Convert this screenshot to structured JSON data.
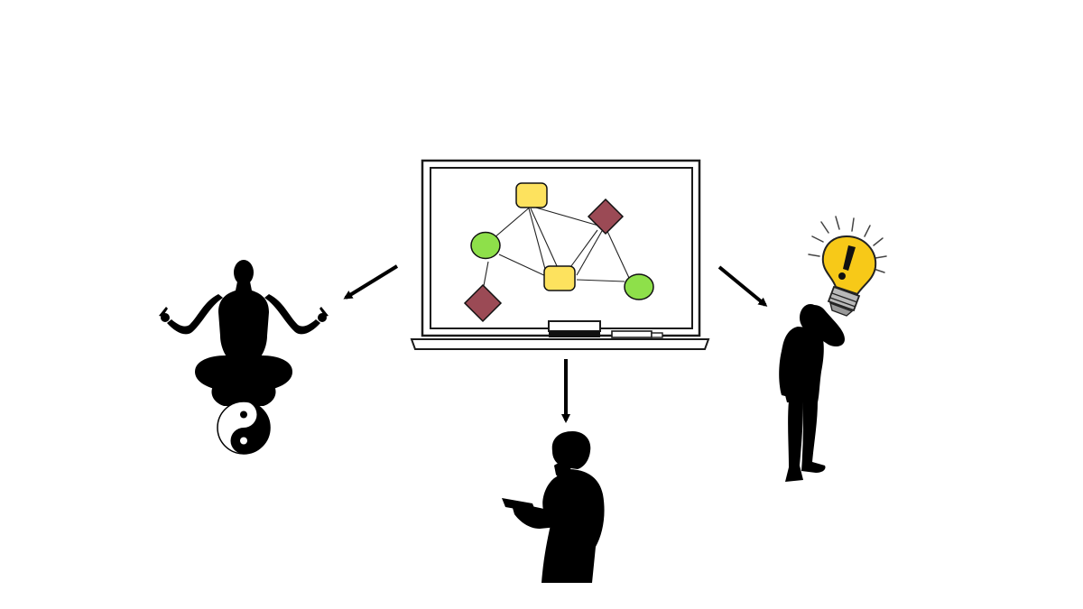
{
  "diagram": {
    "colors": {
      "background": "#ffffff",
      "silhouette": "#000000",
      "board_frame": "#1a1a1a",
      "board_surface": "#ffffff",
      "yellow_node": "#fde25e",
      "green_node": "#8ee04a",
      "maroon_node": "#9b4a55",
      "bulb_glass": "#f7c918",
      "bulb_base": "#b9b9b9"
    },
    "icons": {
      "board": "whiteboard-icon",
      "meditation": "meditating-person-icon",
      "yin_yang": "yin-yang-icon",
      "reader": "person-reading-icon",
      "thinker": "thinking-person-icon",
      "idea": "lightbulb-exclamation-icon"
    },
    "board_nodes": [
      {
        "id": "n1",
        "shape": "rounded-rect",
        "color": "yellow"
      },
      {
        "id": "n2",
        "shape": "diamond",
        "color": "maroon"
      },
      {
        "id": "n3",
        "shape": "circle",
        "color": "green"
      },
      {
        "id": "n4",
        "shape": "rounded-rect",
        "color": "yellow"
      },
      {
        "id": "n5",
        "shape": "circle",
        "color": "green"
      },
      {
        "id": "n6",
        "shape": "diamond",
        "color": "maroon"
      }
    ],
    "board_edges": [
      [
        "n1",
        "n3"
      ],
      [
        "n1",
        "n2"
      ],
      [
        "n1",
        "n4"
      ],
      [
        "n1",
        "c1"
      ],
      [
        "n3",
        "n4"
      ],
      [
        "n3",
        "n6"
      ],
      [
        "n2",
        "n4"
      ],
      [
        "n2",
        "n5"
      ],
      [
        "n4",
        "n5"
      ],
      [
        "n2",
        "c1"
      ]
    ],
    "arrows": [
      {
        "id": "to-meditation",
        "from": "board",
        "to": "meditation"
      },
      {
        "id": "to-reader",
        "from": "board",
        "to": "reader"
      },
      {
        "id": "to-thinker",
        "from": "board",
        "to": "thinker"
      }
    ]
  }
}
